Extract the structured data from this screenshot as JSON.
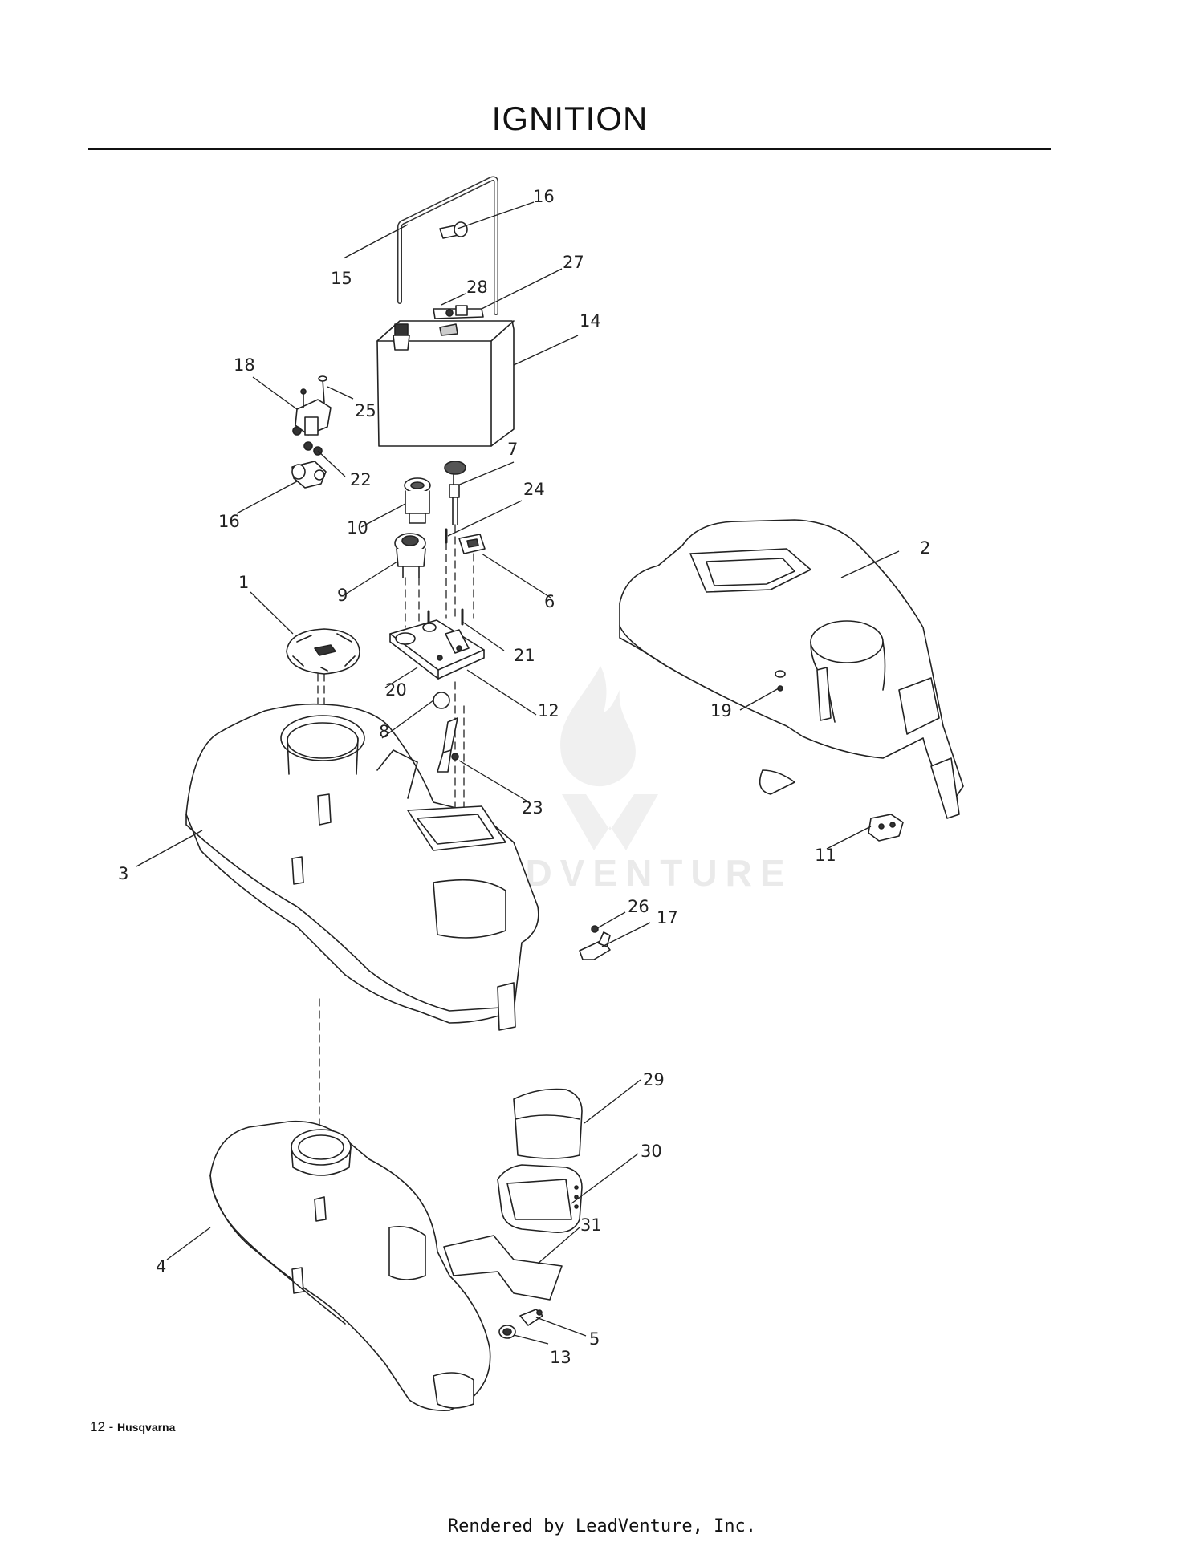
{
  "page_title": "IGNITION",
  "footer": {
    "page_number": "12 - ",
    "brand": "Husqvarna"
  },
  "rendered_by": "Rendered by LeadVenture, Inc.",
  "watermark": {
    "text": "LEADVENTURE"
  },
  "callouts": {
    "c1": "1",
    "c2": "2",
    "c3": "3",
    "c4": "4",
    "c5": "5",
    "c6": "6",
    "c7": "7",
    "c8": "8",
    "c9": "9",
    "c10": "10",
    "c11": "11",
    "c12": "12",
    "c13": "13",
    "c14": "14",
    "c15": "15",
    "c16a": "16",
    "c16b": "16",
    "c17": "17",
    "c18": "18",
    "c19": "19",
    "c20": "20",
    "c21": "21",
    "c22": "22",
    "c23": "23",
    "c24": "24",
    "c25": "25",
    "c26": "26",
    "c27": "27",
    "c28": "28",
    "c29": "29",
    "c30": "30",
    "c31": "31"
  }
}
